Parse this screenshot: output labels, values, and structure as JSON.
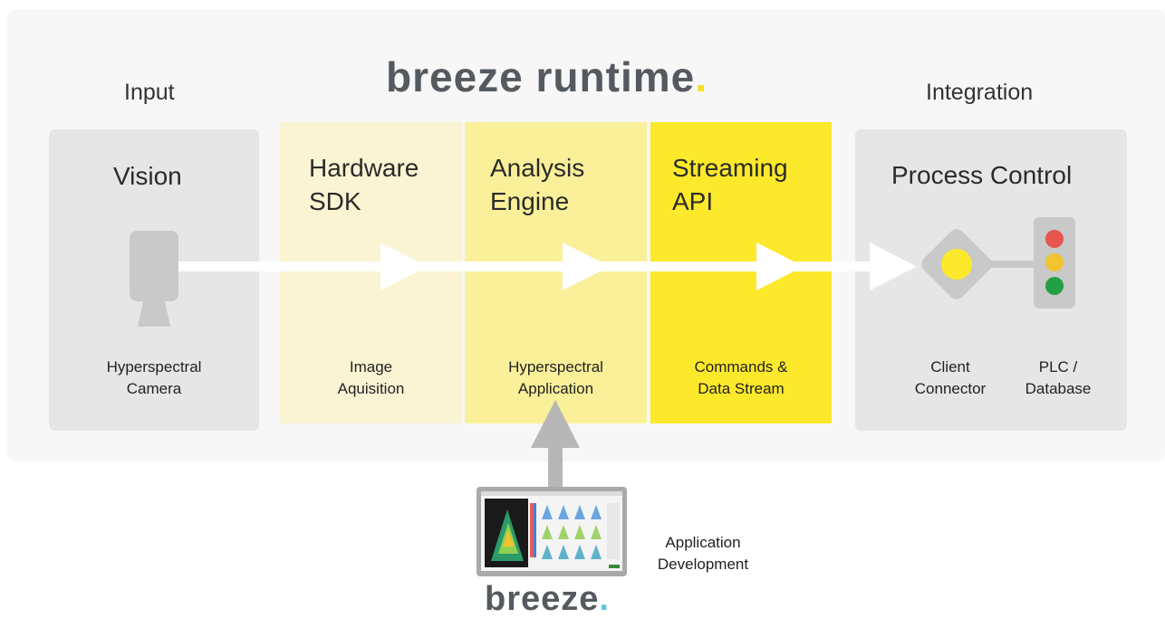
{
  "title": {
    "text": "breeze runtime",
    "dot": "."
  },
  "sections": {
    "input": "Input",
    "integration": "Integration"
  },
  "vision": {
    "title": "Vision",
    "device_line1": "Hyperspectral",
    "device_line2": "Camera"
  },
  "columns": [
    {
      "title_line1": "Hardware",
      "title_line2": "SDK",
      "desc_line1": "Image",
      "desc_line2": "Aquisition",
      "color": "#fbf4d3"
    },
    {
      "title_line1": "Analysis",
      "title_line2": "Engine",
      "desc_line1": "Hyperspectral",
      "desc_line2": "Application",
      "color": "#faf09a"
    },
    {
      "title_line1": "Streaming",
      "title_line2": "API",
      "desc_line1": "Commands &",
      "desc_line2": "Data Stream",
      "color": "#fde92b"
    }
  ],
  "process_control": {
    "title": "Process Control",
    "client_line1": "Client",
    "client_line2": "Connector",
    "plc_line1": "PLC /",
    "plc_line2": "Database"
  },
  "app_dev": {
    "line1": "Application",
    "line2": "Development"
  },
  "breeze_logo": {
    "text": "breeze",
    "dot": "."
  },
  "colors": {
    "yellow_accent": "#f4e21e",
    "blue_accent": "#59c6e4",
    "traffic_red": "#e85450",
    "traffic_yellow": "#f3c431",
    "traffic_green": "#23a046",
    "gray_device": "#c9c9c9",
    "gray_box": "#e6e6e6"
  },
  "icons": [
    "camera-icon",
    "diamond-connector-icon",
    "traffic-light-icon",
    "laptop-screenshot-icon",
    "flow-arrow-icon",
    "up-arrow-icon"
  ]
}
